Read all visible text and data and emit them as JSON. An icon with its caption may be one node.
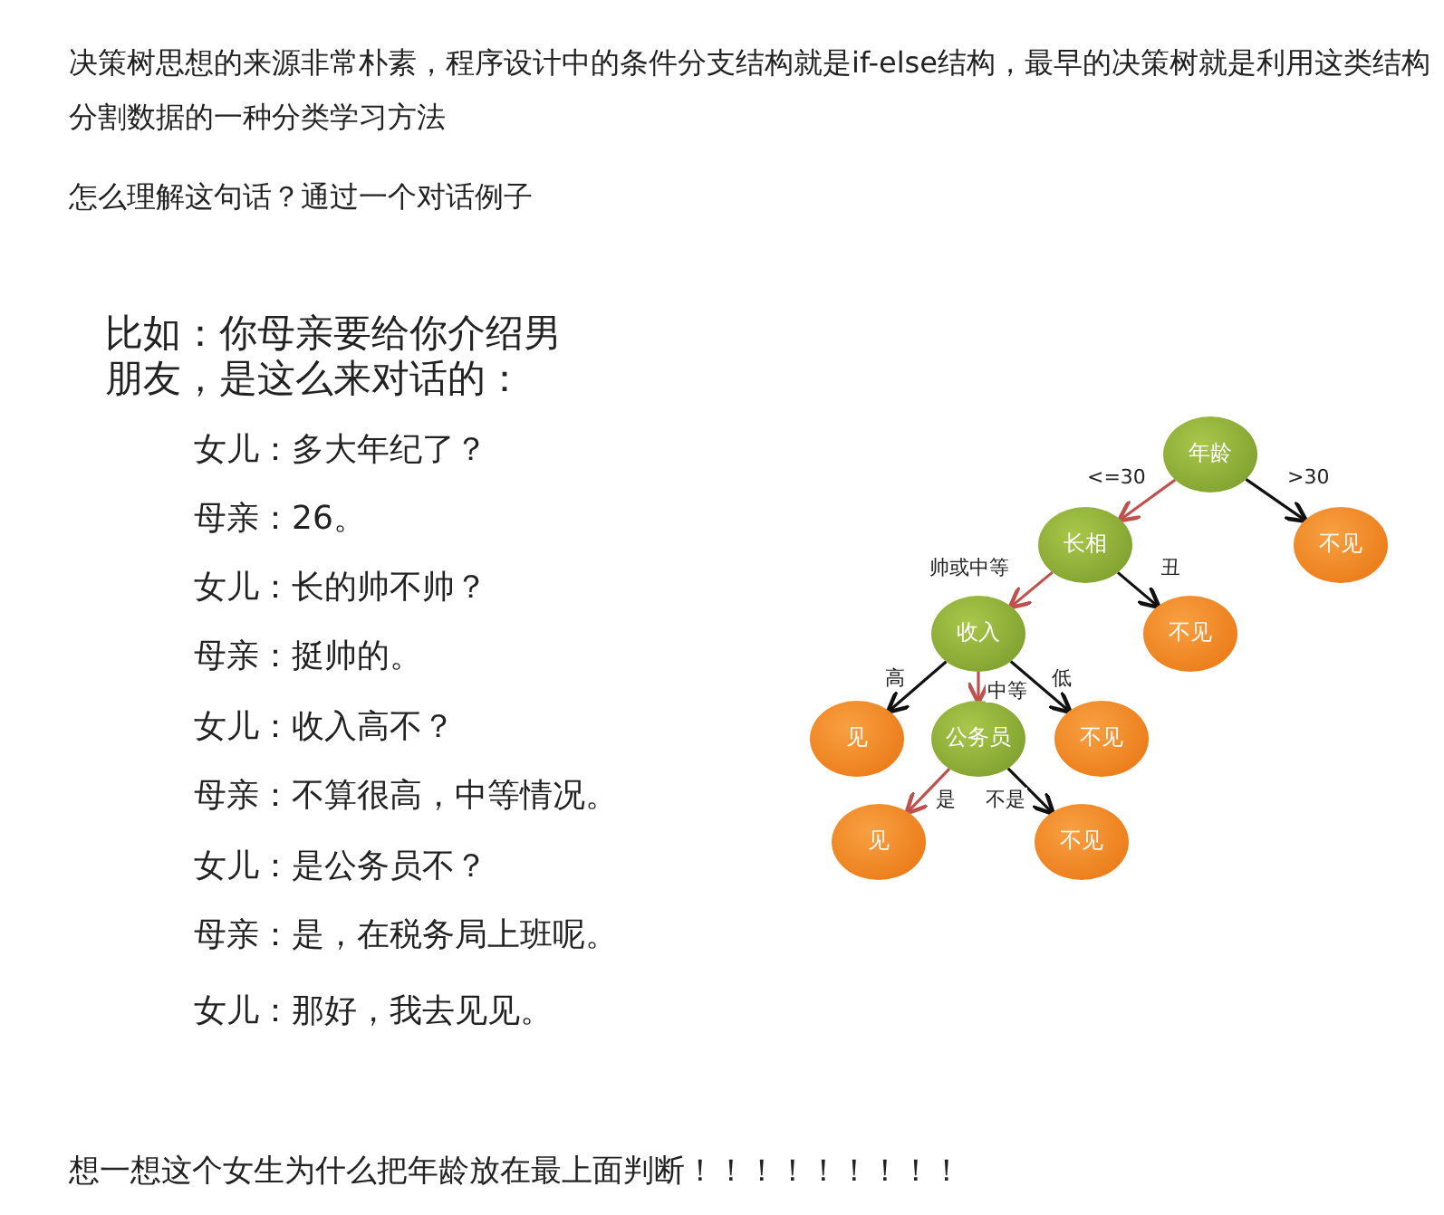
{
  "diagram": {
    "nodes": [
      {
        "text": [
          "年龄"
        ]
      },
      {
        "text": [
          "长相"
        ]
      },
      {
        "text": [
          "不见"
        ]
      },
      {
        "text": [
          "收入"
        ]
      },
      {
        "text": [
          "不见"
        ]
      },
      {
        "text": [
          "见"
        ]
      },
      {
        "text": [
          "公务员"
        ]
      },
      {
        "text": [
          "不见"
        ]
      },
      {
        "text": [
          "见"
        ]
      },
      {
        "text": [
          "不见"
        ]
      }
    ],
    "edges": [
      {
        "from": 0,
        "to": 1,
        "arrow": "to",
        "label": "<=30",
        "color": "#c0504d"
      },
      {
        "from": 0,
        "to": 2,
        "arrow": "to",
        "label": ">30"
      },
      {
        "from": 1,
        "to": 3,
        "arrow": "to",
        "label": "帅或中等",
        "color": "#c0504d"
      },
      {
        "from": 1,
        "to": 4,
        "arrow": "to",
        "label": "丑"
      },
      {
        "from": 3,
        "to": 5,
        "arrow": "to",
        "label": "高"
      },
      {
        "from": 3,
        "to": 6,
        "arrow": "to",
        "label": "中等",
        "color": "#c0504d"
      },
      {
        "from": 3,
        "to": 7,
        "arrow": "to",
        "label": "低"
      },
      {
        "from": 6,
        "to": 8,
        "arrow": "to",
        "label": "是",
        "color": "#c0504d"
      },
      {
        "from": 6,
        "to": 9,
        "arrow": "to",
        "label": "不是"
      }
    ],
    "labels": [
      "决策树思想的来源非常朴素，程序设计中的条件分支结构就是if-else结构，最早的决策树就是利用这类结构分割数据的一种分类学习方法",
      "怎么理解这句话？通过一个对话例子",
      "比如：你母亲要给你介绍男朋友，是这么来对话的：",
      "女儿：多大年纪了？",
      "母亲：26。",
      "女儿：长的帅不帅？",
      "母亲：挺帅的。",
      "女儿：收入高不？",
      "母亲：不算很高，中等情况。",
      "女儿：是公务员不？",
      "母亲：是，在税务局上班呢。",
      "女儿：那好，我去见见。",
      "想一想这个女生为什么把年龄放在最上面判断！！！！！！！！！"
    ]
  }
}
